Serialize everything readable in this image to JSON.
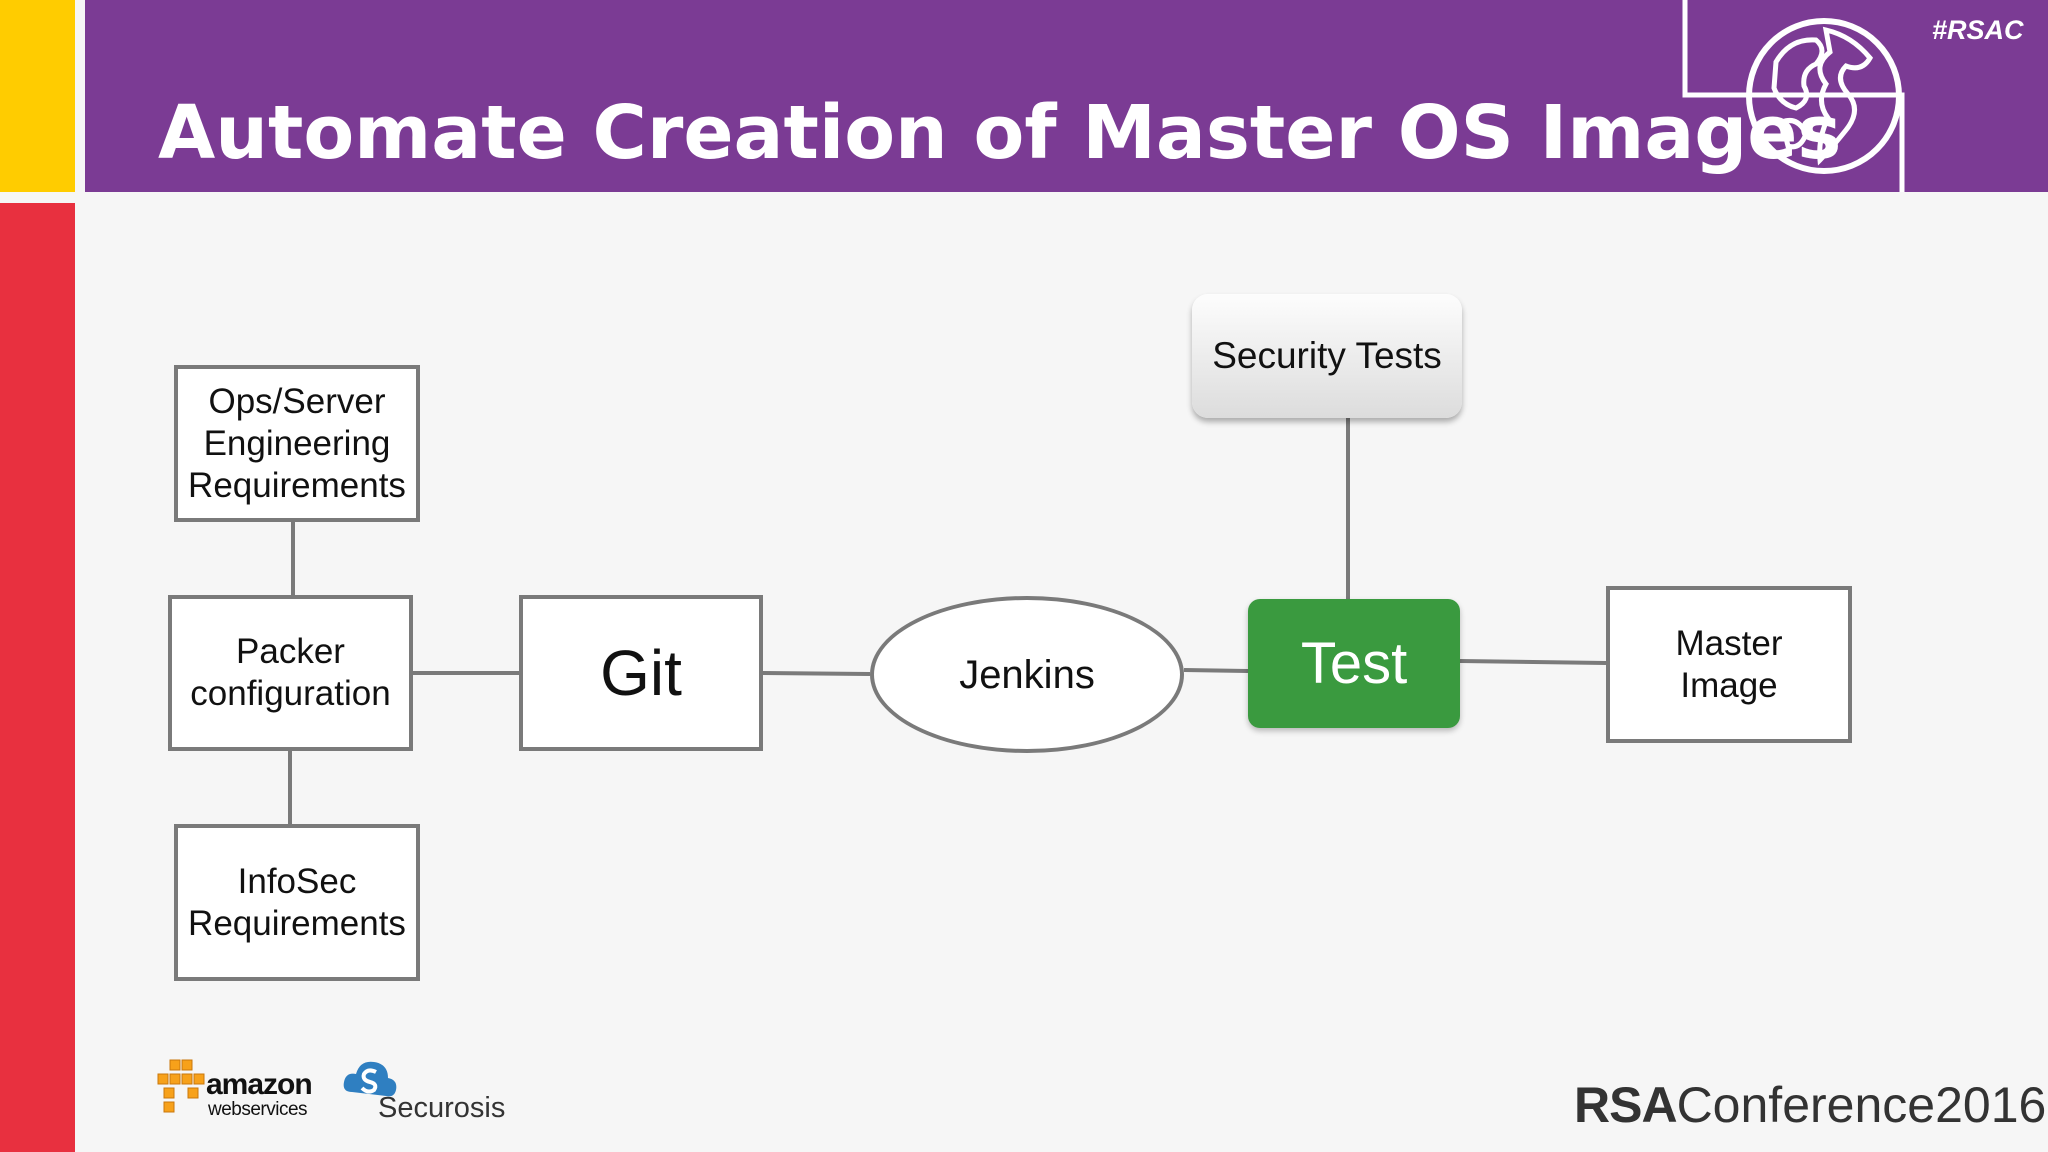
{
  "slide": {
    "title": "Automate Creation of Master OS Images",
    "hashtag": "#RSAC"
  },
  "colors": {
    "banner": "#7b3b94",
    "accent_yellow": "#ffcc00",
    "accent_red": "#e8303f",
    "test_node": "#3a9a3f",
    "connector": "#7a7a7a"
  },
  "diagram": {
    "nodes": {
      "ops": "Ops/Server\nEngineering\nRequirements",
      "packer": "Packer\nconfiguration",
      "infosec": "InfoSec\nRequirements",
      "git": "Git",
      "jenkins": "Jenkins",
      "test": "Test",
      "security": "Security Tests",
      "master": "Master\nImage"
    },
    "edges": [
      [
        "ops",
        "packer"
      ],
      [
        "infosec",
        "packer"
      ],
      [
        "packer",
        "git"
      ],
      [
        "git",
        "jenkins"
      ],
      [
        "jenkins",
        "test"
      ],
      [
        "security",
        "test"
      ],
      [
        "test",
        "master"
      ]
    ]
  },
  "footer": {
    "aws_word": "amazon",
    "aws_sub": "webservices",
    "securosis": "Securosis",
    "rsa_bold": "RSA",
    "rsa_rest": "Conference2016"
  },
  "icons": {
    "banner_emblem": "globe-icon",
    "aws": "aws-cubes-icon",
    "securosis": "securosis-cloud-icon"
  }
}
